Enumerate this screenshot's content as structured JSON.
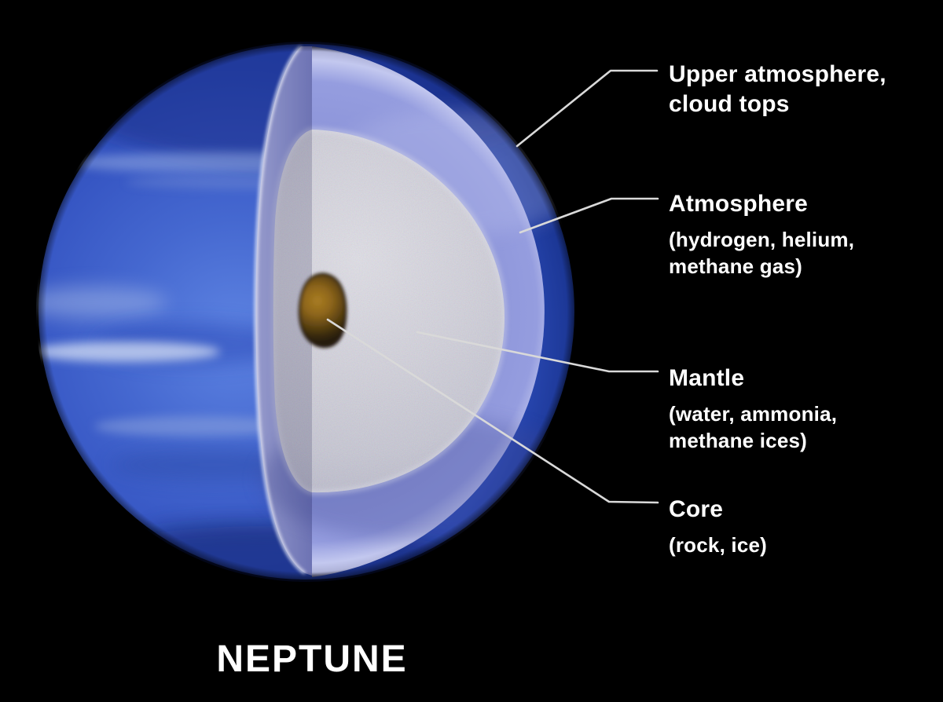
{
  "title": "NEPTUNE",
  "labels": {
    "upper_atmosphere": {
      "line1": "Upper atmosphere,",
      "line2": "cloud tops"
    },
    "atmosphere": {
      "title": "Atmosphere",
      "detail1": "(hydrogen, helium,",
      "detail2": "methane gas)"
    },
    "mantle": {
      "title": "Mantle",
      "detail1": "(water, ammonia,",
      "detail2": "methane ices)"
    },
    "core": {
      "title": "Core",
      "detail1": "(rock, ice)"
    }
  },
  "colors": {
    "background": "#000000",
    "planet_blue": "#3b5fc8",
    "atmosphere_lavender": "#98a0de",
    "mantle_gray": "#c7c6d2",
    "core_brown": "#7a5515",
    "leader_line": "#d9d9d9",
    "label_text": "#ffffff"
  }
}
